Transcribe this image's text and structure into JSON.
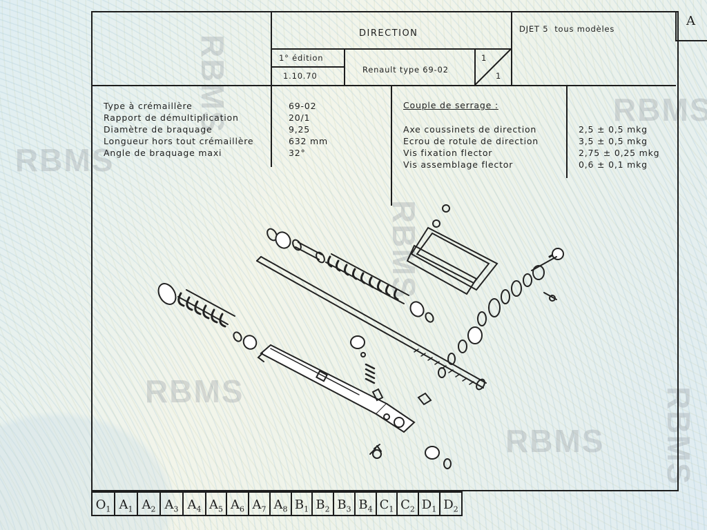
{
  "watermark": "RBMS",
  "header": {
    "section": "DIRECTION",
    "model": "DJET 5",
    "model_note": "tous modèles",
    "sheet_letter": "A",
    "edition": "1° édition",
    "date": "1.10.70",
    "type": "Renault type 69-02",
    "page_numerator": "1",
    "page_denominator": "1"
  },
  "specs": {
    "items": [
      {
        "label": "Type à crémaillère",
        "value": "69-02"
      },
      {
        "label": "Rapport de démultiplication",
        "value": "20/1"
      },
      {
        "label": "Diamètre de braquage",
        "value": "9,25"
      },
      {
        "label": "Longueur hors tout crémaillère",
        "value": "632 mm"
      },
      {
        "label": "Angle de braquage maxi",
        "value": "32°"
      }
    ]
  },
  "torque": {
    "heading": "Couple de serrage :",
    "items": [
      {
        "label": "Axe coussinets de direction",
        "value": "2,5 ± 0,5 mkg"
      },
      {
        "label": "Ecrou de rotule de direction",
        "value": "3,5 ± 0,5 mkg"
      },
      {
        "label": "Vis fixation flector",
        "value": "2,75 ± 0,25 mkg"
      },
      {
        "label": "Vis assemblage flector",
        "value": "0,6 ± 0,1 mkg"
      }
    ]
  },
  "ref_index": [
    {
      "letter": "O",
      "sub": "1"
    },
    {
      "letter": "A",
      "sub": "1"
    },
    {
      "letter": "A",
      "sub": "2"
    },
    {
      "letter": "A",
      "sub": "3"
    },
    {
      "letter": "A",
      "sub": "4"
    },
    {
      "letter": "A",
      "sub": "5"
    },
    {
      "letter": "A",
      "sub": "6"
    },
    {
      "letter": "A",
      "sub": "7"
    },
    {
      "letter": "A",
      "sub": "8"
    },
    {
      "letter": "B",
      "sub": "1"
    },
    {
      "letter": "B",
      "sub": "2"
    },
    {
      "letter": "B",
      "sub": "3"
    },
    {
      "letter": "B",
      "sub": "4"
    },
    {
      "letter": "C",
      "sub": "1"
    },
    {
      "letter": "C",
      "sub": "2"
    },
    {
      "letter": "D",
      "sub": "1"
    },
    {
      "letter": "D",
      "sub": "2"
    }
  ],
  "diagram": {
    "name": "steering-rack-exploded-view"
  }
}
